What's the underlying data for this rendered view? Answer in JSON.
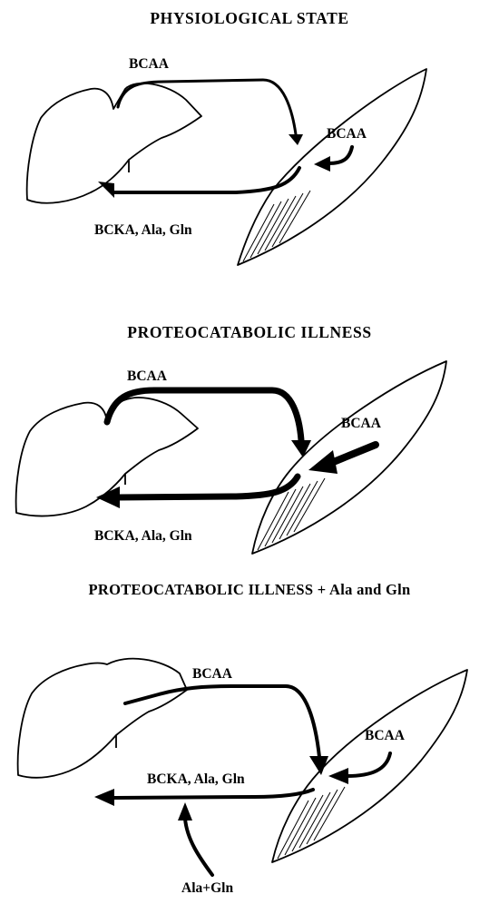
{
  "panels": [
    {
      "title": "PHYSIOLOGICAL  STATE",
      "bcaa_top": "BCAA",
      "bcaa_muscle": "BCAA",
      "return_label": "BCKA, Ala, Gln"
    },
    {
      "title": "PROTEOCATABOLIC  ILLNESS",
      "bcaa_top": "BCAA",
      "bcaa_muscle": "BCAA",
      "return_label": "BCKA, Ala, Gln"
    },
    {
      "title": "PROTEOCATABOLIC  ILLNESS + Ala and Gln",
      "bcaa_top": "BCAA",
      "bcaa_muscle": "BCAA",
      "return_label": "BCKA, Ala, Gln",
      "supplement_label": "Ala+Gln"
    }
  ]
}
